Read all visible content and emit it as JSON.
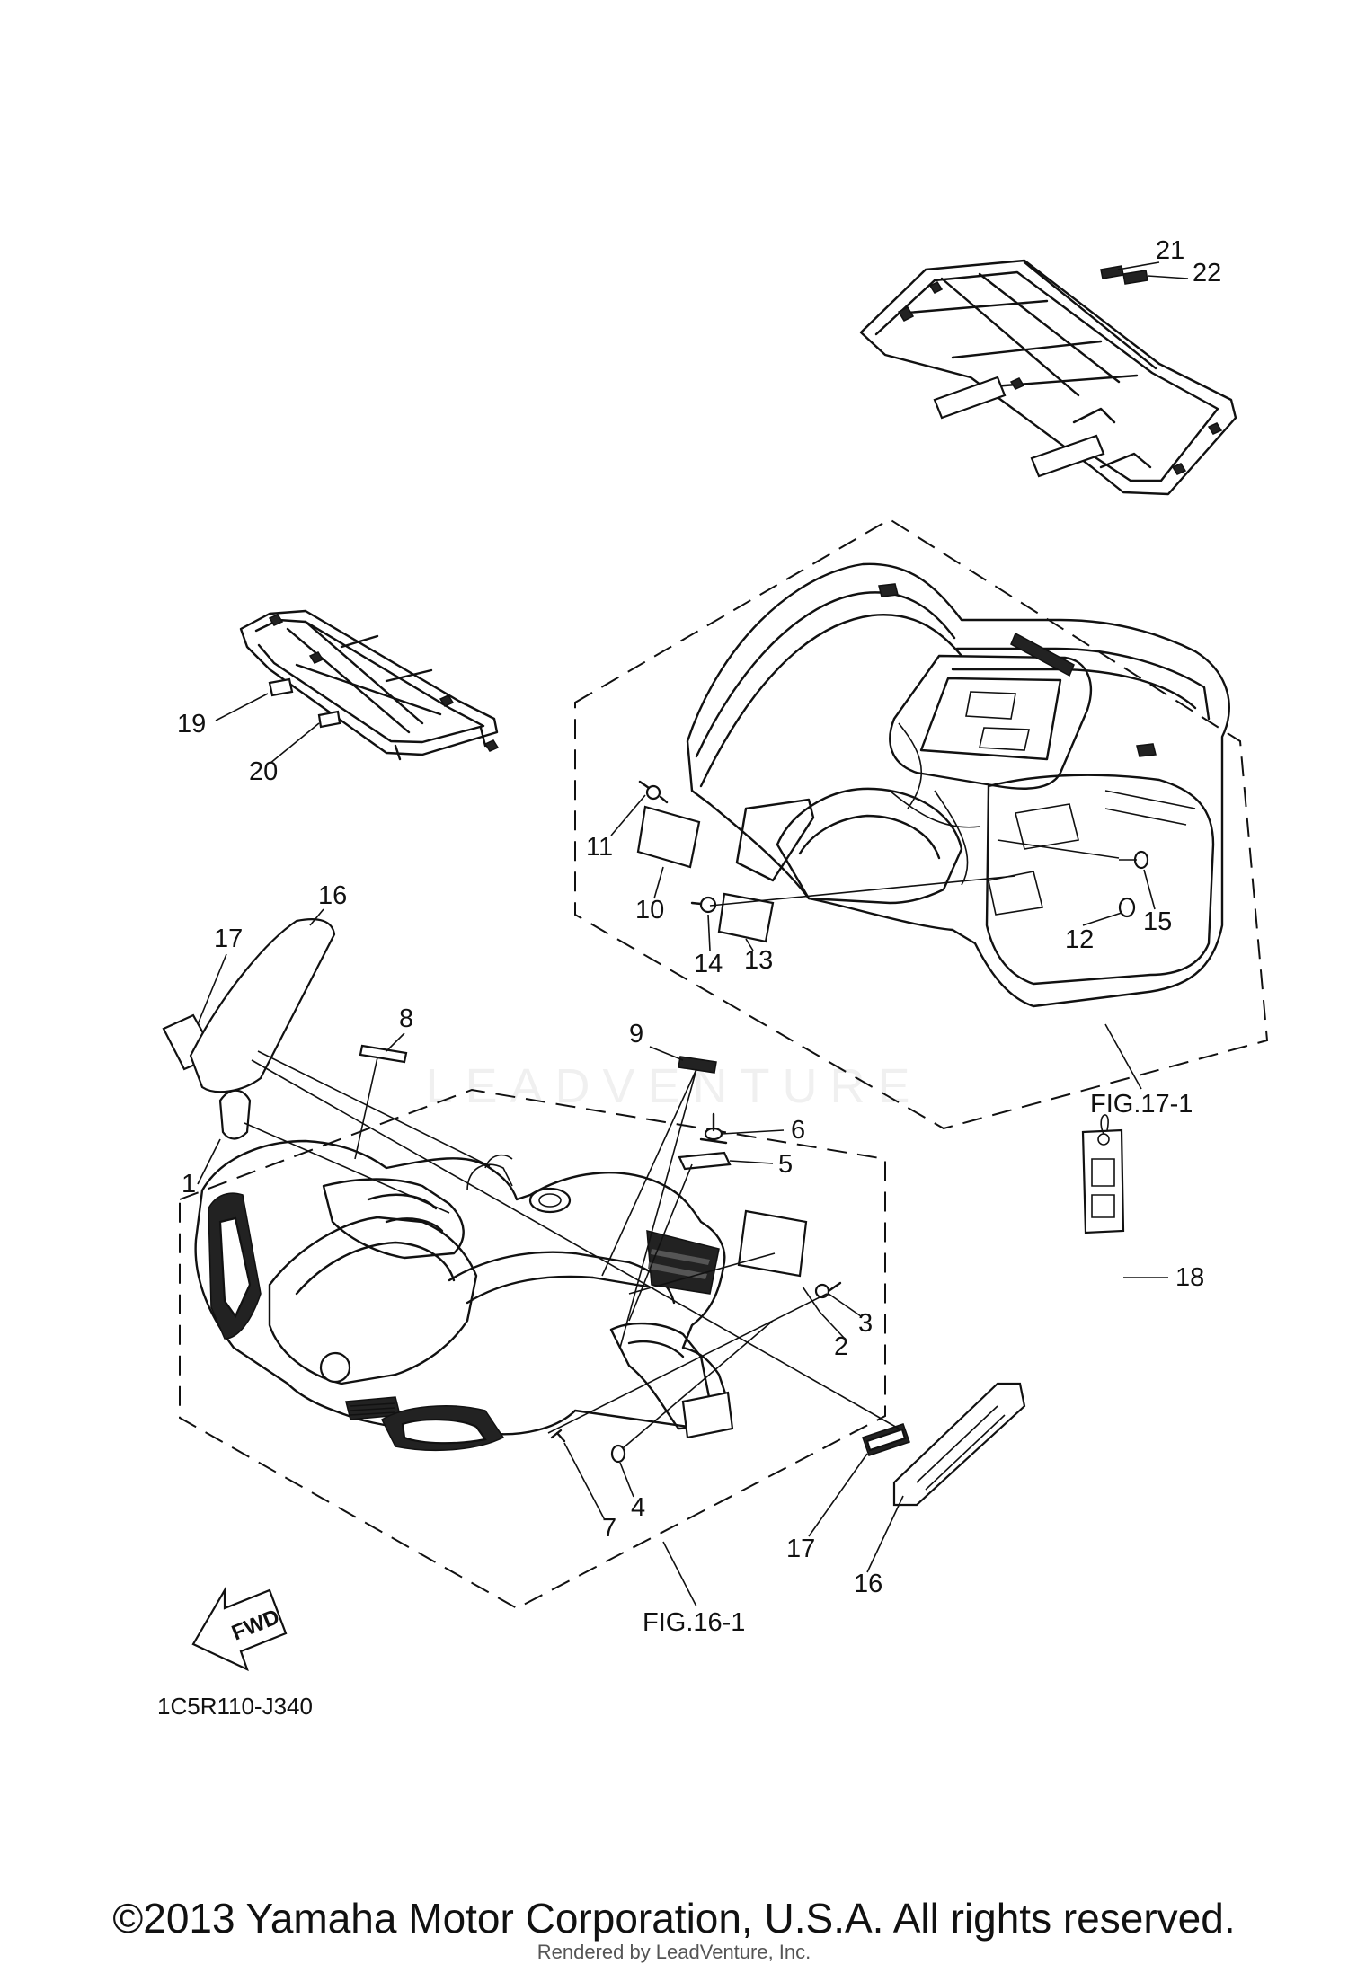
{
  "diagram": {
    "code": "1C5R110-J340",
    "fig_refs": [
      "FIG.17-1",
      "FIG.16-1"
    ],
    "fwd_label": "FWD",
    "callouts": [
      "1",
      "2",
      "3",
      "4",
      "5",
      "6",
      "7",
      "8",
      "9",
      "10",
      "11",
      "12",
      "13",
      "14",
      "15",
      "16",
      "17",
      "18",
      "19",
      "20",
      "21",
      "22"
    ],
    "callouts_repeat": [
      "16",
      "17"
    ],
    "watermark": "LEADVENTURE"
  },
  "footer": {
    "copyright": "©2013 Yamaha Motor Corporation, U.S.A. All rights reserved.",
    "rendered_by": "Rendered by LeadVenture, Inc."
  }
}
